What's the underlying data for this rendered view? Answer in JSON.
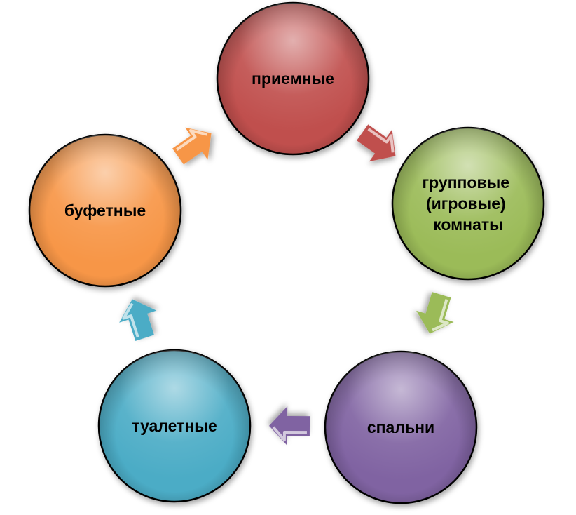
{
  "diagram": {
    "nodes": [
      {
        "id": "priemnye",
        "lines": [
          "приемные"
        ],
        "color": "#c0504d"
      },
      {
        "id": "gruppovye",
        "lines": [
          "групповые",
          "(игровые)",
          "комнаты"
        ],
        "color": "#9bbb59"
      },
      {
        "id": "spalni",
        "lines": [
          "спальни"
        ],
        "color": "#8064a2"
      },
      {
        "id": "tualetnye",
        "lines": [
          "туалетные"
        ],
        "color": "#4bacc6"
      },
      {
        "id": "bufetnye",
        "lines": [
          "буфетные"
        ],
        "color": "#f79646"
      }
    ],
    "arrows": [
      {
        "from": "priemnye",
        "to": "gruppovye",
        "color": "#c0504d"
      },
      {
        "from": "gruppovye",
        "to": "spalni",
        "color": "#9bbb59"
      },
      {
        "from": "spalni",
        "to": "tualetnye",
        "color": "#8064a2"
      },
      {
        "from": "tualetnye",
        "to": "bufetnye",
        "color": "#4bacc6"
      },
      {
        "from": "bufetnye",
        "to": "priemnye",
        "color": "#f79646"
      }
    ]
  }
}
